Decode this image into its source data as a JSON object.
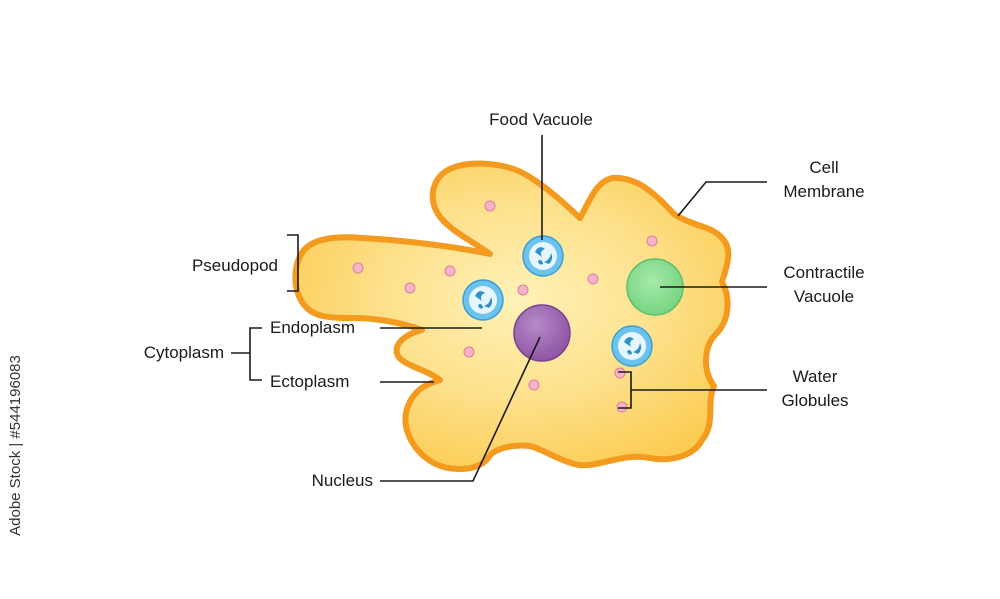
{
  "labels": {
    "food_vacuole": "Food Vacuole",
    "cell_membrane_line1": "Cell",
    "cell_membrane_line2": "Membrane",
    "pseudopod": "Pseudopod",
    "contractile_vacuole_line1": "Contractile",
    "contractile_vacuole_line2": "Vacuole",
    "cytoplasm": "Cytoplasm",
    "endoplasm": "Endoplasm",
    "ectoplasm": "Ectoplasm",
    "water_globules_line1": "Water",
    "water_globules_line2": "Globules",
    "nucleus": "Nucleus"
  },
  "side_credit": "Adobe Stock | #544196083",
  "colors": {
    "membrane": "#f39a1f",
    "ectoplasm": "#fbcf55",
    "endoplasm": "#fde69a",
    "nucleus": "#9b62b0",
    "contractile_vacuole": "#7fd88a",
    "food_vacuole": "#6bc3ee",
    "water_globule": "#f7b3c9"
  }
}
